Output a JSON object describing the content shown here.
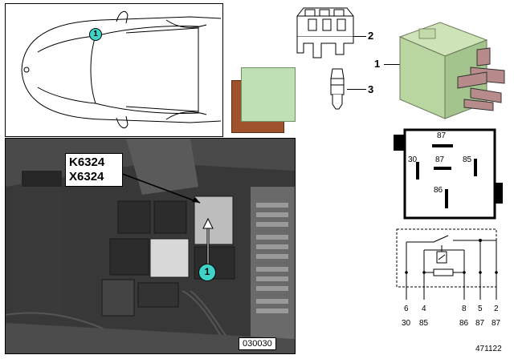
{
  "car_view": {
    "callout": "1"
  },
  "photo": {
    "label_line1": "K6324",
    "label_line2": "X6324",
    "callout": "1",
    "code": "030030"
  },
  "parts": {
    "label_2": "2",
    "label_1": "1",
    "label_3": "3"
  },
  "pin_diagram": {
    "pins": [
      "87",
      "30",
      "87",
      "85",
      "86"
    ]
  },
  "circuit": {
    "pin_numbers": [
      "6",
      "4",
      "8",
      "5",
      "2"
    ],
    "terminal_labels": [
      "30",
      "85",
      "86",
      "87",
      "87"
    ]
  },
  "diagram_number": "471122",
  "colors": {
    "callout": "#3fd3c8",
    "relay": "#b9d6a1",
    "swatch_green": "#bfe0b4",
    "swatch_brown": "#a0522d"
  }
}
